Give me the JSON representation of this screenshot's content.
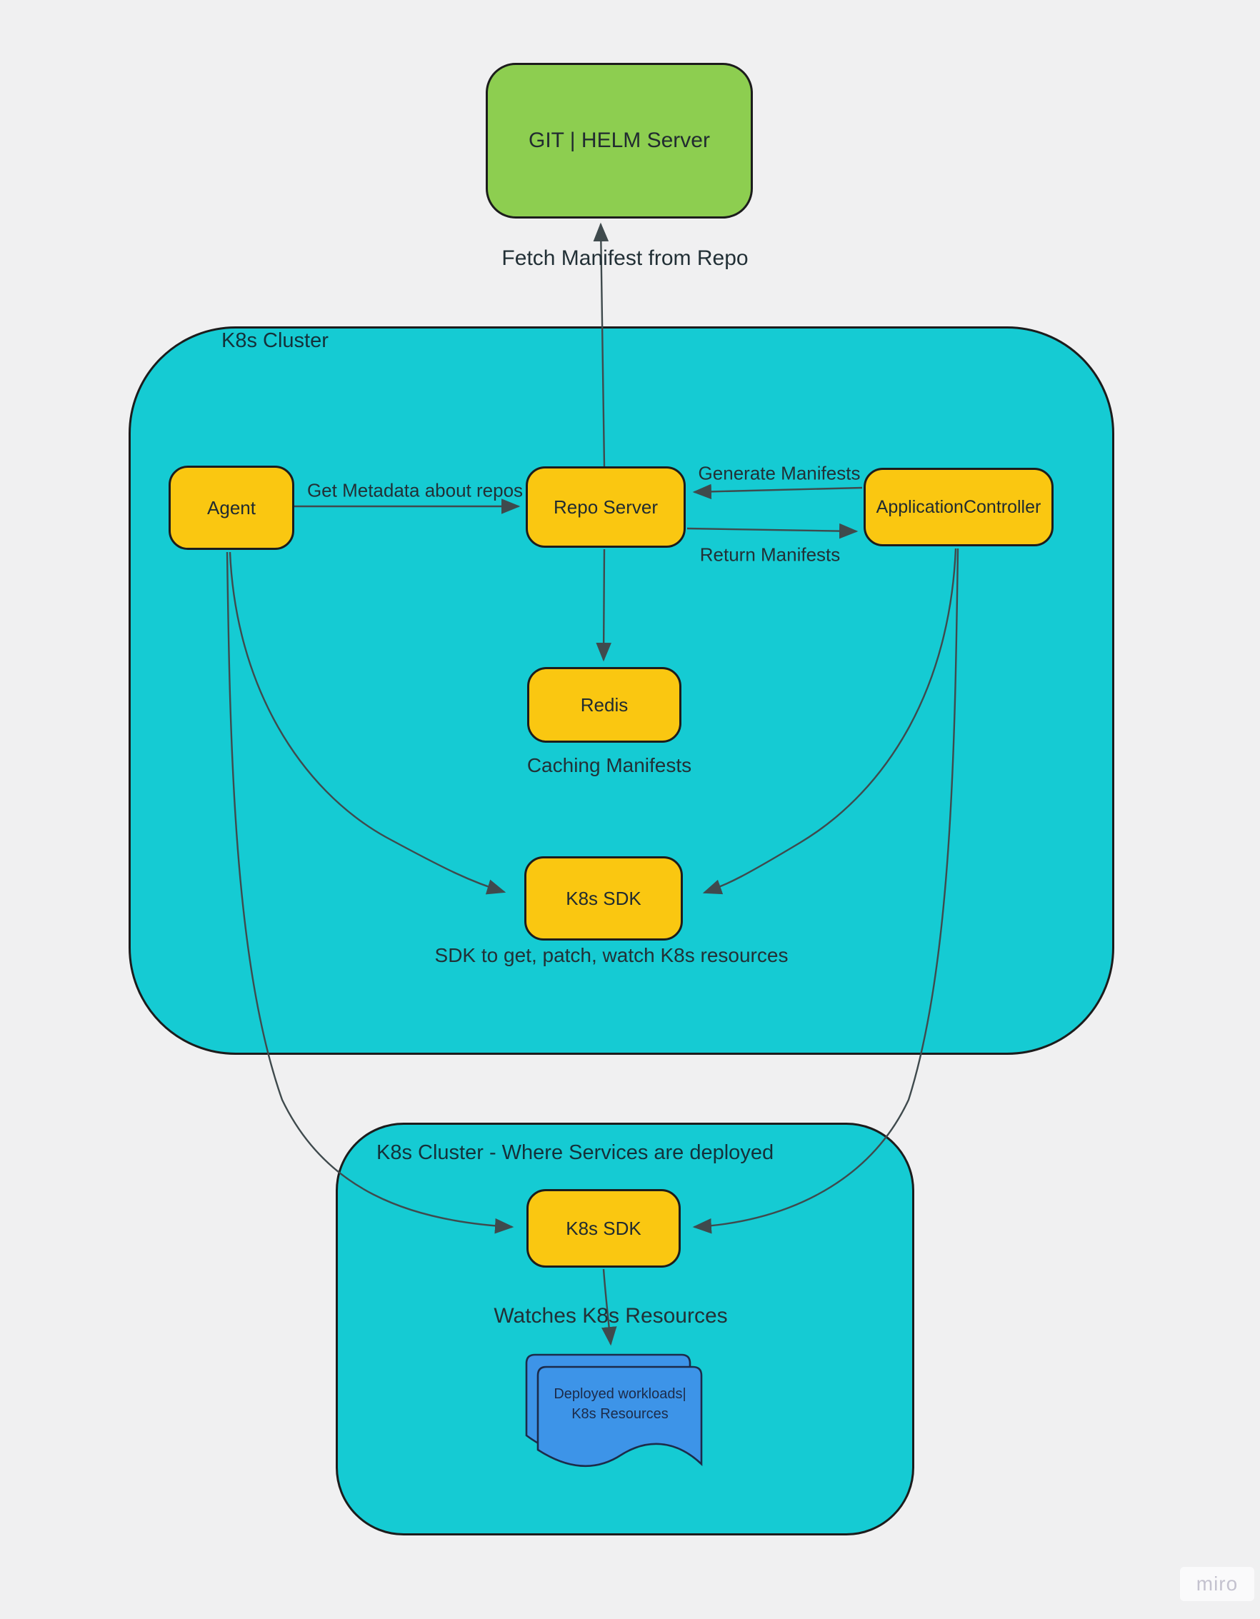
{
  "diagram": {
    "containers": {
      "cluster_main": {
        "label": "K8s Cluster"
      },
      "cluster_deploy": {
        "label": "K8s Cluster - Where Services are deployed"
      }
    },
    "nodes": {
      "git_helm": {
        "label": "GIT | HELM Server"
      },
      "agent": {
        "label": "Agent"
      },
      "repo_server": {
        "label": "Repo Server"
      },
      "application_controller": {
        "label": "ApplicationController"
      },
      "redis": {
        "label": "Redis"
      },
      "k8s_sdk_main": {
        "label": "K8s SDK"
      },
      "k8s_sdk_deploy": {
        "label": "K8s SDK"
      },
      "workloads_doc": {
        "line1": "Deployed workloads|",
        "line2": "K8s Resources"
      }
    },
    "edge_labels": {
      "fetch_manifest": "Fetch Manifest from Repo",
      "get_metadata": "Get Metadata about repos",
      "generate_manifests": "Generate Manifests",
      "return_manifests": "Return Manifests",
      "caching_manifests": "Caching Manifests",
      "sdk_caption": "SDK to get, patch, watch K8s resources",
      "watches_resources": "Watches K8s Resources"
    },
    "watermark": {
      "label": "miro"
    },
    "colors": {
      "bg": "#F0F0F1",
      "teal": "#15CBD3",
      "yellow": "#FAC711",
      "green": "#8DCE50",
      "blue": "#3D94E8",
      "line": "#3F4A4D",
      "border": "#1C1C1C",
      "text": "#212B30",
      "doc-border": "#1C2B4A",
      "doc-text": "#1C2B4A",
      "watermark-text": "#C4C2CF",
      "watermark-bg": "#FAFAFB"
    }
  }
}
